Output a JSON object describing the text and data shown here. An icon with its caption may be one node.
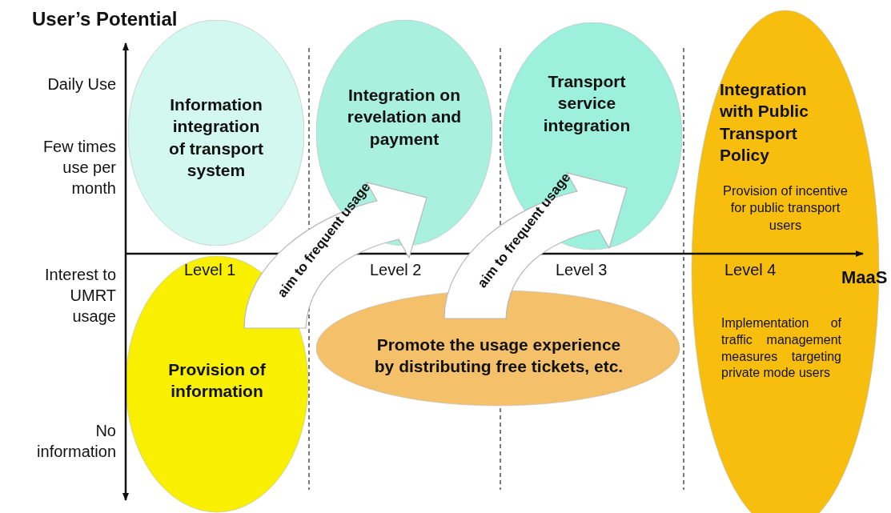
{
  "diagram": {
    "nodes": [
      {
        "text": [
          "Information integration of transport system"
        ]
      },
      {
        "text": [
          "Integration on revelation and payment"
        ]
      },
      {
        "text": [
          "Transport service integration"
        ]
      },
      {
        "text": [
          "Integration with Public Transport Policy",
          "Provision of incentive for public transport users",
          "Implementation of traffic management measures targeting private mode users"
        ]
      },
      {
        "text": [
          "Provision of information"
        ]
      },
      {
        "text": [
          "Promote the usage experience by distributing free tickets, etc."
        ]
      }
    ],
    "edges": [
      {
        "from": 4,
        "to": 1,
        "arrow": "to",
        "label": "aim to frequent usage"
      },
      {
        "from": 5,
        "to": 2,
        "arrow": "to",
        "label": "aim to frequent usage"
      }
    ],
    "labels": [
      "User’s Potential",
      "Daily Use",
      "Few times use per month",
      "Interest to UMRT usage",
      "No information",
      "Level 1",
      "Level 2",
      "Level 3",
      "Level 4",
      "MaaS"
    ]
  }
}
